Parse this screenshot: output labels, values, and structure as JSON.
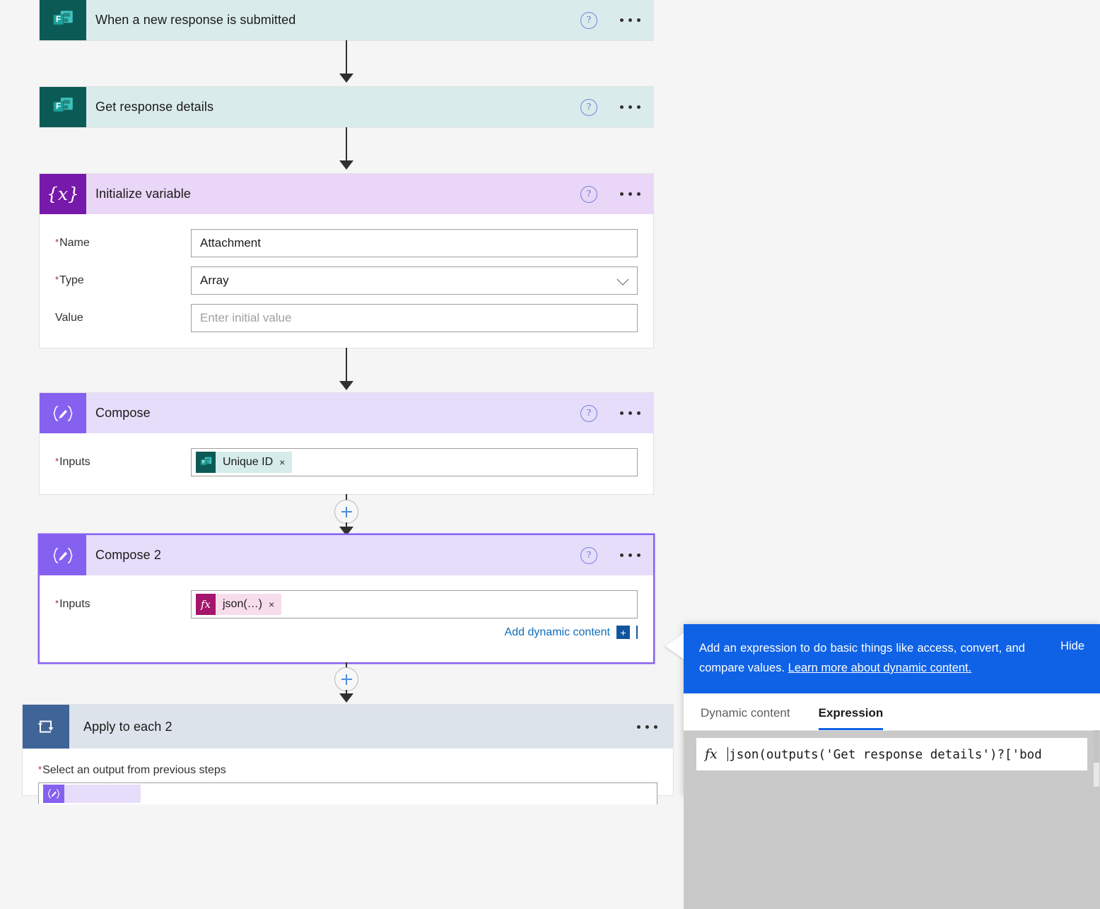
{
  "flow": {
    "steps": [
      {
        "id": "trigger",
        "title": "When a new response is submitted",
        "icon": "microsoft-forms-icon",
        "icon_kind": "forms",
        "header_bg": "#d9eceb",
        "has_help": true,
        "has_menu": true,
        "collapsed": true
      },
      {
        "id": "get-response-details",
        "title": "Get response details",
        "icon": "microsoft-forms-icon",
        "icon_kind": "forms",
        "header_bg": "#d9eceb",
        "has_help": true,
        "has_menu": true,
        "collapsed": true
      },
      {
        "id": "initialize-variable",
        "title": "Initialize variable",
        "icon": "variable-braces-icon",
        "icon_kind": "initvar",
        "header_bg": "#ead6f7",
        "has_help": true,
        "has_menu": true,
        "fields": [
          {
            "label": "Name",
            "required": true,
            "value": "Attachment",
            "placeholder": "",
            "kind": "text"
          },
          {
            "label": "Type",
            "required": true,
            "value": "Array",
            "placeholder": "",
            "kind": "select"
          },
          {
            "label": "Value",
            "required": false,
            "value": "",
            "placeholder": "Enter initial value",
            "kind": "text"
          }
        ]
      },
      {
        "id": "compose",
        "title": "Compose",
        "icon": "compose-pencil-icon",
        "icon_kind": "compose",
        "header_bg": "#e6ddfb",
        "has_help": true,
        "has_menu": true,
        "input_label": "Inputs",
        "input_required": true,
        "token": {
          "type": "dynamic",
          "label": "Unique ID",
          "icon": "microsoft-forms-icon",
          "remove": "×"
        }
      },
      {
        "id": "compose-2",
        "title": "Compose 2",
        "icon": "compose-pencil-icon",
        "icon_kind": "compose",
        "header_bg": "#e6ddfb",
        "has_help": true,
        "has_menu": true,
        "selected": true,
        "selection_color": "#8661f0",
        "input_label": "Inputs",
        "input_required": true,
        "token": {
          "type": "expression",
          "label": "json(…)",
          "icon": "fx-icon",
          "fx": "fx",
          "remove": "×"
        },
        "add_dynamic_content": "Add dynamic content",
        "add_dynamic_plus": "+"
      },
      {
        "id": "apply-to-each-2",
        "title": "Apply to each 2",
        "icon": "loop-repeat-icon",
        "icon_kind": "loop",
        "header_bg": "#dde3ea",
        "has_help": false,
        "has_menu": true,
        "field_label": "Select an output from previous steps",
        "field_required": true
      }
    ],
    "connector_plus_label": "+"
  },
  "flyout": {
    "banner": {
      "text_before": "Add an expression to do basic things like access, convert, and compare values. ",
      "link_text": "Learn more about dynamic content.",
      "hide_label": "Hide"
    },
    "tabs": [
      {
        "label": "Dynamic content",
        "active": false
      },
      {
        "label": "Expression",
        "active": true
      }
    ],
    "expression_editor": {
      "fx_label": "fx",
      "value": "json(outputs('Get response details')?['bod",
      "accent": "#0f62e6"
    }
  },
  "colors": {
    "forms_teal": "#0c5a55",
    "initvar_purple": "#7719aa",
    "compose_purple": "#8661f0",
    "loop_blue": "#3f6498",
    "link_blue": "#0f6cbd",
    "banner_blue": "#0f62e6",
    "required_red": "#a4262c"
  }
}
